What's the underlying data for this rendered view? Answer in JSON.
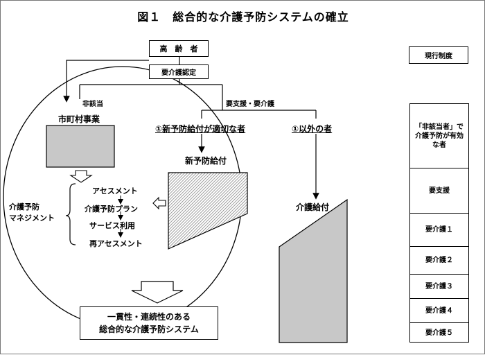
{
  "title": "図１　総合的な介護予防システムの確立",
  "elderly_box": "高　齢　者",
  "certification_box": "要介護認定",
  "label_non_applicable": "非該当",
  "label_support_care": "要支援・要介護",
  "municipal_project": "市町村事業",
  "new_benefit_target": "①新予防給付が適切な者",
  "other_target": "①以外の者",
  "new_prevention_benefit": "新予防給付",
  "care_benefit": "介護給付",
  "prevention_management": "介護予防\nマネジメント",
  "management_steps": [
    "アセスメント",
    "介護予防プラン",
    "サービス利用",
    "再アセスメント"
  ],
  "result_box": "一貫性・連続性のある\n総合的な介護予防システム",
  "current_system": {
    "header": "現行制度",
    "rows": [
      "「非該当者」で\n介護予防が有効\nな者",
      "要支援",
      "要介護１",
      "要介護２",
      "要介護３",
      "要介護４",
      "要介護５"
    ]
  },
  "colors": {
    "fill_gray": "#c8c8c8",
    "line": "#000000"
  }
}
